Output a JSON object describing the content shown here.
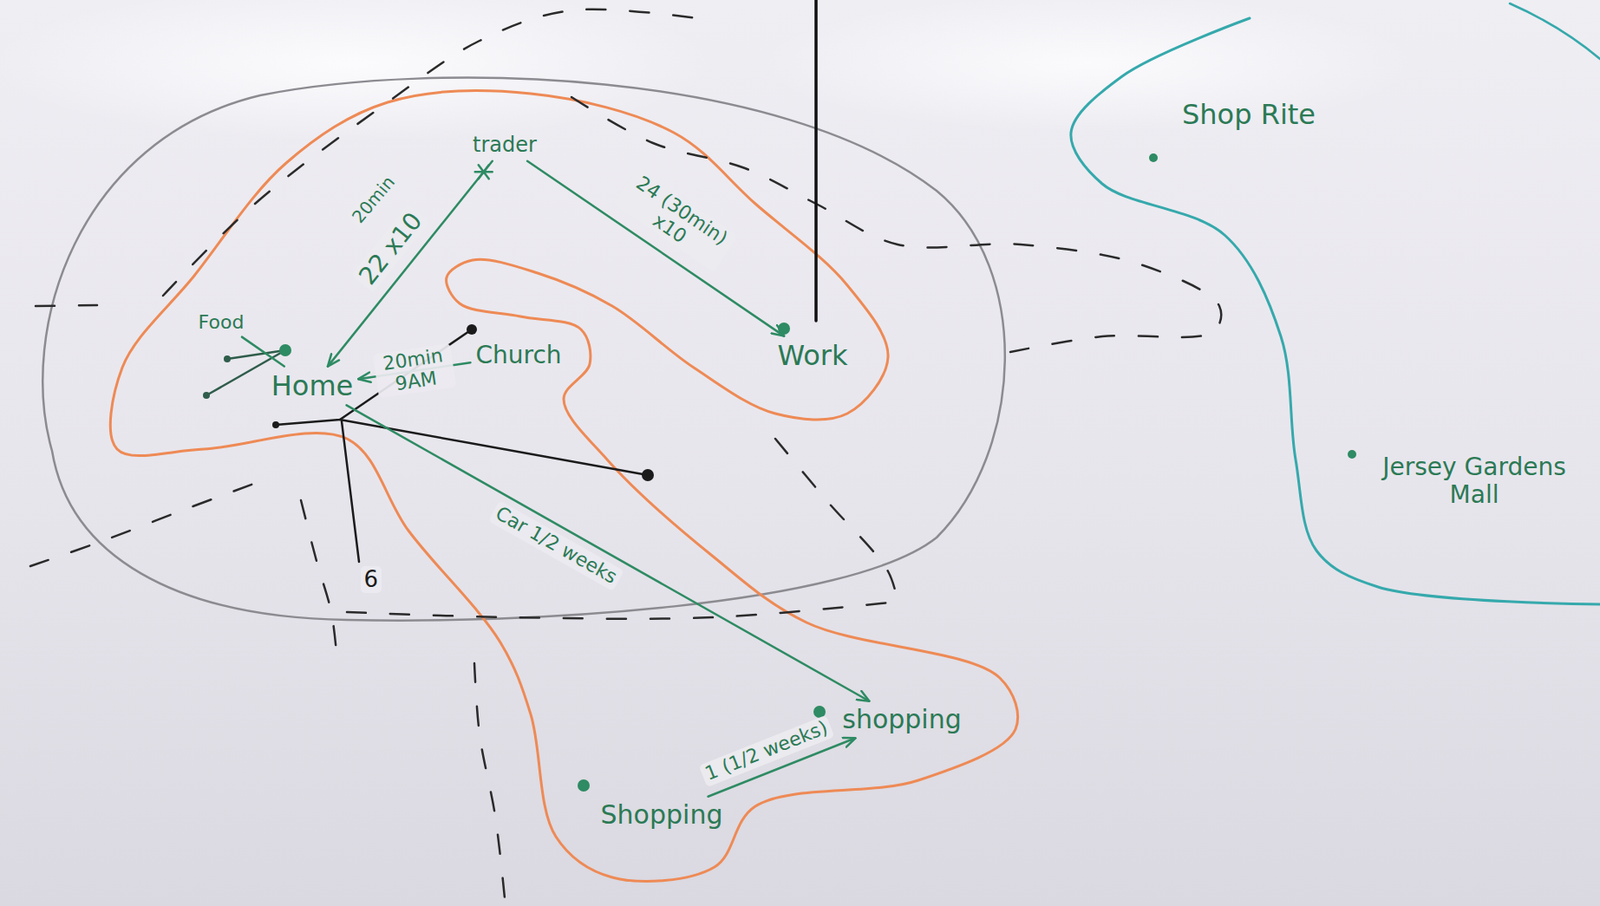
{
  "diagram": {
    "nodes": [
      {
        "text": [
          "trader"
        ]
      },
      {
        "text": [
          "Shop Rite"
        ]
      },
      {
        "text": [
          "Food"
        ]
      },
      {
        "text": [
          "Home"
        ]
      },
      {
        "text": [
          "Church"
        ]
      },
      {
        "text": [
          "Work"
        ]
      },
      {
        "text": [
          "Jersey Gardens Mall"
        ]
      },
      {
        "text": [
          "shopping"
        ]
      },
      {
        "text": [
          "Shopping"
        ]
      }
    ],
    "edges": [
      {
        "from": 0,
        "to": 3,
        "arrow": "to",
        "label": "22 x10"
      },
      {
        "from": 0,
        "to": 5,
        "arrow": "to",
        "label": "24 (30min) x10"
      },
      {
        "from": 4,
        "to": 3,
        "arrow": "to",
        "label": "20min 9AM"
      },
      {
        "from": 3,
        "to": 7,
        "arrow": "to",
        "label": "Car 1/2 weeks"
      },
      {
        "from": 8,
        "to": 7,
        "arrow": "to",
        "label": "1 (1/2 weeks)"
      },
      {
        "from": 2,
        "to": 3,
        "arrow": "none"
      }
    ],
    "labels": [
      "20min",
      "6"
    ]
  }
}
